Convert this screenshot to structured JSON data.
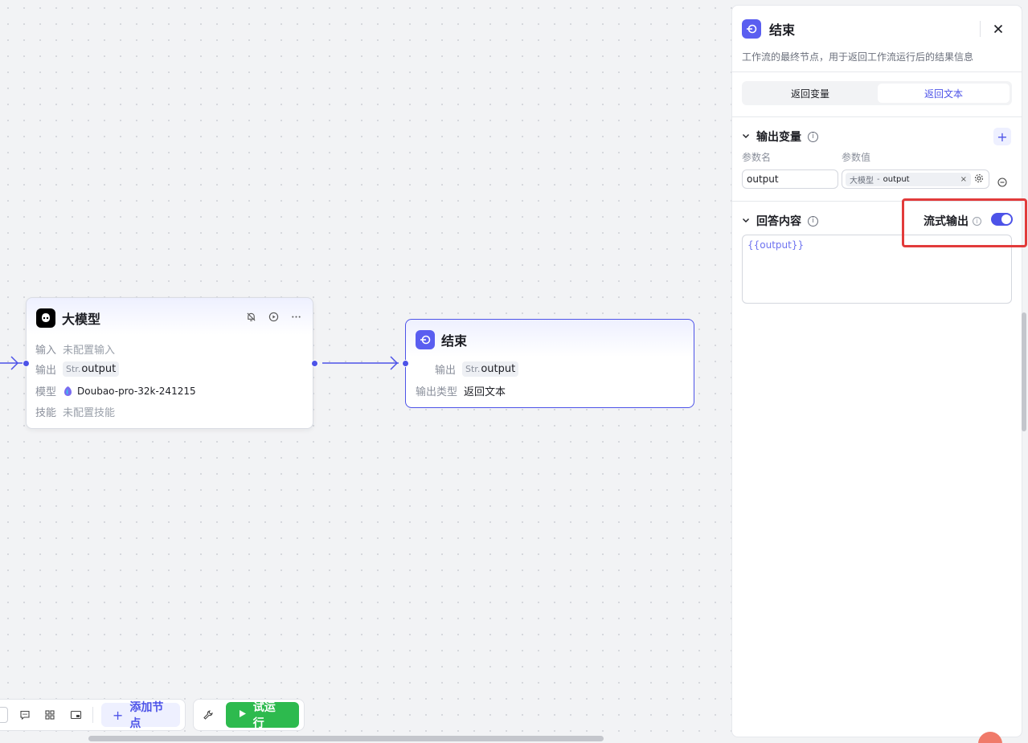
{
  "canvas": {
    "llm_node": {
      "title": "大模型",
      "input_label": "输入",
      "input_value": "未配置输入",
      "output_label": "输出",
      "output_type": "Str.",
      "output_name": "output",
      "model_label": "模型",
      "model_value": "Doubao-pro-32k-241215",
      "skill_label": "技能",
      "skill_value": "未配置技能"
    },
    "end_node": {
      "title": "结束",
      "output_label": "输出",
      "output_type": "Str.",
      "output_name": "output",
      "output_type_label": "输出类型",
      "output_type_value": "返回文本"
    }
  },
  "toolbar": {
    "add_node_label": "添加节点",
    "run_label": "试运行"
  },
  "panel": {
    "title": "结束",
    "description": "工作流的最终节点，用于返回工作流运行后的结果信息",
    "tabs": [
      {
        "label": "返回变量",
        "active": false
      },
      {
        "label": "返回文本",
        "active": true
      }
    ],
    "output_section": {
      "title": "输出变量",
      "param_name_header": "参数名",
      "param_value_header": "参数值",
      "param_name": "output",
      "param_value_node": "大模型",
      "param_value_sep": "-",
      "param_value_var": "output"
    },
    "answer_section": {
      "title": "回答内容",
      "stream_label": "流式输出",
      "stream_enabled": true,
      "content": "{{output}}"
    }
  },
  "colors": {
    "accent": "#4d53e8",
    "run_green": "#2dba4e",
    "highlight_red": "#e23b3b"
  }
}
